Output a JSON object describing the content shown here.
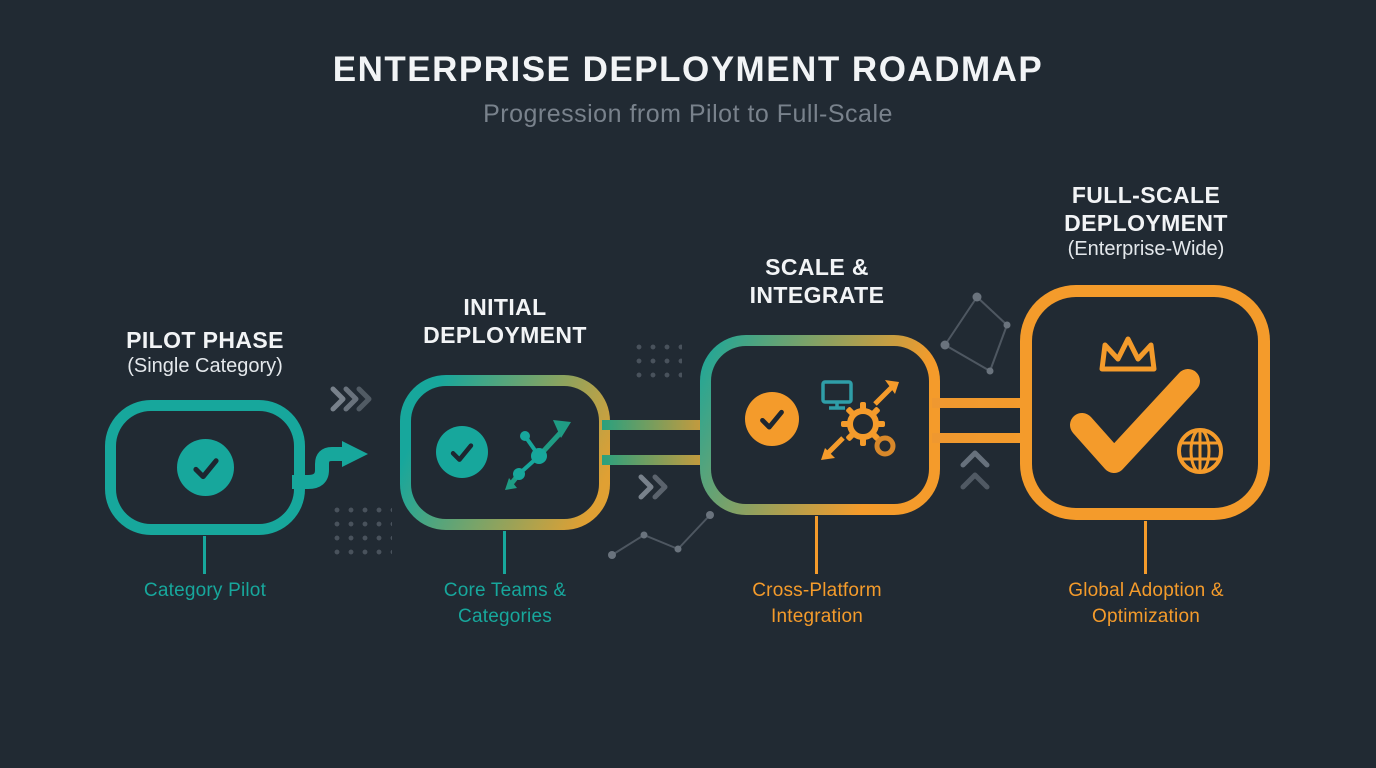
{
  "header": {
    "title": "ENTERPRISE DEPLOYMENT ROADMAP",
    "subtitle": "Progression from Pilot to Full-Scale"
  },
  "stages": [
    {
      "heading": "PILOT PHASE",
      "subheading": "(Single Category)",
      "label": "Category Pilot",
      "accent": "#17a79c"
    },
    {
      "heading": "INITIAL DEPLOYMENT",
      "label": "Core Teams & Categories",
      "accent": "#17a79c"
    },
    {
      "heading": "SCALE & INTEGRATE",
      "label": "Cross-Platform Integration",
      "accent": "#f49b2b"
    },
    {
      "heading": "FULL-SCALE DEPLOYMENT",
      "subheading": "(Enterprise-Wide)",
      "label": "Global Adoption & Optimization",
      "accent": "#f49b2b"
    }
  ],
  "colors": {
    "background": "#212a33",
    "teal": "#17a79c",
    "orange": "#f49b2b",
    "heading_text": "#f2f4f6",
    "subtitle_text": "#79828c",
    "decoration_gray": "#828b95"
  }
}
